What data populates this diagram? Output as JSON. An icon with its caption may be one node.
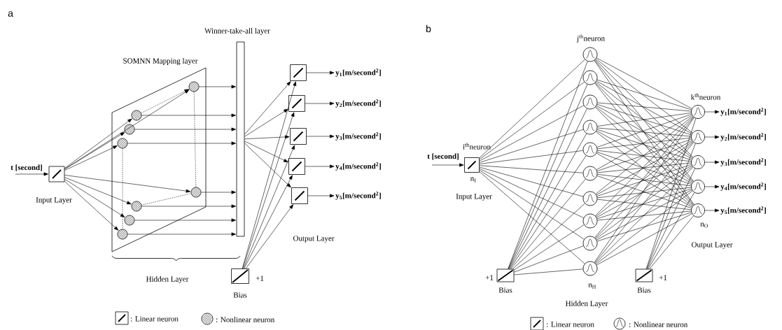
{
  "diagram": {
    "nodes": [
      {
        "text": [
          "t [second]"
        ]
      },
      {
        "text": [],
        "shape": "box"
      },
      {
        "text": [
          "SOMNN Mapping layer"
        ]
      },
      {
        "text": [],
        "shape": "circle",
        "in": 2
      },
      {
        "text": [],
        "shape": "circle",
        "in": 2
      },
      {
        "text": [],
        "shape": "circle",
        "in": 2
      },
      {
        "text": [],
        "shape": "circle",
        "in": 2
      },
      {
        "text": [],
        "shape": "circle",
        "in": 2
      },
      {
        "text": [],
        "shape": "circle",
        "in": 2
      },
      {
        "text": [],
        "shape": "circle",
        "in": 2
      },
      {
        "text": [],
        "shape": "circle",
        "in": 2
      },
      {
        "text": [
          "Winner-take-all layer"
        ]
      },
      {
        "text": [],
        "shape": "box"
      },
      {
        "text": [],
        "shape": "box"
      },
      {
        "text": [],
        "shape": "box"
      },
      {
        "text": [],
        "shape": "box"
      },
      {
        "text": [],
        "shape": "box"
      },
      {
        "text": [],
        "shape": "box",
        "beside": [
          "+1",
          "Bias"
        ]
      },
      {
        "text": [
          "y$_{1}$[m/second$^{2}$]"
        ]
      },
      {
        "text": [
          "y$_{2}$[m/second$^{2}$]"
        ]
      },
      {
        "text": [
          "y$_{3}$[m/second$^{2}$]"
        ]
      },
      {
        "text": [
          "y$_{4}$[m/second$^{2}$]"
        ]
      },
      {
        "text": [
          "y$_{5}$[m/second$^{2}$]"
        ]
      },
      {
        "text": [
          "t [second]"
        ]
      },
      {
        "text": [],
        "shape": "box",
        "beside": [
          "i$^{th}$neuron",
          "n$_{I}$"
        ]
      },
      {
        "text": [],
        "shape": "box",
        "beside": [
          "+1",
          "Bias"
        ]
      },
      {
        "text": [],
        "shape": "circle",
        "beside": [
          "j$^{th}$neuron"
        ]
      },
      {
        "text": [],
        "shape": "circle"
      },
      {
        "text": [],
        "shape": "circle"
      },
      {
        "text": [],
        "shape": "circle"
      },
      {
        "text": [],
        "shape": "circle"
      },
      {
        "text": [],
        "shape": "circle"
      },
      {
        "text": [],
        "shape": "circle"
      },
      {
        "text": [],
        "shape": "circle"
      },
      {
        "text": [],
        "shape": "circle"
      },
      {
        "text": [],
        "shape": "circle",
        "beside": [
          "n$_{H}$"
        ]
      },
      {
        "text": [],
        "shape": "box",
        "beside": [
          "+1",
          "Bias"
        ]
      },
      {
        "text": [],
        "shape": "circle",
        "beside": [
          "k$^{th}$neuron"
        ]
      },
      {
        "text": [],
        "shape": "circle"
      },
      {
        "text": [],
        "shape": "circle"
      },
      {
        "text": [],
        "shape": "circle"
      },
      {
        "text": [],
        "shape": "circle",
        "beside": [
          "n$_{O}$"
        ]
      },
      {
        "text": [
          "y$_{1}$[m/second$^{2}$]"
        ]
      },
      {
        "text": [
          "y$_{2}$[m/second$^{2}$]"
        ]
      },
      {
        "text": [
          "y$_{3}$[m/second$^{2}$]"
        ]
      },
      {
        "text": [
          "y$_{4}$[m/second$^{2}$]"
        ]
      },
      {
        "text": [
          "y$_{5}$[m/second$^{2}$]"
        ]
      }
    ],
    "edges": [
      {
        "from": 0,
        "to": 1,
        "arrow": "to"
      },
      {
        "from": 1,
        "to": 3,
        "arrow": "to"
      },
      {
        "from": 1,
        "to": 4,
        "arrow": "to"
      },
      {
        "from": 1,
        "to": 5,
        "arrow": "to"
      },
      {
        "from": 1,
        "to": 6,
        "arrow": "to"
      },
      {
        "from": 1,
        "to": 7,
        "arrow": "to"
      },
      {
        "from": 1,
        "to": 8,
        "arrow": "to"
      },
      {
        "from": 1,
        "to": 9,
        "arrow": "to"
      },
      {
        "from": 1,
        "to": 10,
        "arrow": "to"
      },
      {
        "from": 5,
        "to": 6,
        "arrow": "to",
        "style": "dashed"
      },
      {
        "from": 9,
        "to": 10,
        "arrow": "none",
        "style": "dashed"
      },
      {
        "from": 3,
        "to": 7,
        "arrow": "none",
        "style": "dashed"
      },
      {
        "from": 6,
        "to": 10,
        "arrow": "none",
        "style": "dashed"
      },
      {
        "from": 3,
        "to": 11,
        "arrow": "to"
      },
      {
        "from": 4,
        "to": 11,
        "arrow": "to"
      },
      {
        "from": 5,
        "to": 11,
        "arrow": "to"
      },
      {
        "from": 6,
        "to": 11,
        "arrow": "to"
      },
      {
        "from": 7,
        "to": 11,
        "arrow": "to"
      },
      {
        "from": 8,
        "to": 11,
        "arrow": "to"
      },
      {
        "from": 9,
        "to": 11,
        "arrow": "to"
      },
      {
        "from": 10,
        "to": 11,
        "arrow": "to"
      },
      {
        "from": 11,
        "to": 12,
        "arrow": "to"
      },
      {
        "from": 11,
        "to": 13,
        "arrow": "to"
      },
      {
        "from": 11,
        "to": 14,
        "arrow": "to"
      },
      {
        "from": 11,
        "to": 15,
        "arrow": "to"
      },
      {
        "from": 11,
        "to": 16,
        "arrow": "to"
      },
      {
        "from": 17,
        "to": 12,
        "arrow": "to"
      },
      {
        "from": 17,
        "to": 13,
        "arrow": "to"
      },
      {
        "from": 17,
        "to": 14,
        "arrow": "to"
      },
      {
        "from": 17,
        "to": 15,
        "arrow": "to"
      },
      {
        "from": 17,
        "to": 16,
        "arrow": "to"
      },
      {
        "from": 12,
        "to": 18,
        "arrow": "to"
      },
      {
        "from": 13,
        "to": 19,
        "arrow": "to"
      },
      {
        "from": 14,
        "to": 20,
        "arrow": "to"
      },
      {
        "from": 15,
        "to": 21,
        "arrow": "to"
      },
      {
        "from": 16,
        "to": 22,
        "arrow": "to"
      },
      {
        "from": 23,
        "to": 24,
        "arrow": "to"
      },
      {
        "from": 24,
        "to": 26,
        "arrow": "none"
      },
      {
        "from": 24,
        "to": 27,
        "arrow": "none"
      },
      {
        "from": 24,
        "to": 28,
        "arrow": "none"
      },
      {
        "from": 24,
        "to": 29,
        "arrow": "none"
      },
      {
        "from": 24,
        "to": 30,
        "arrow": "none"
      },
      {
        "from": 24,
        "to": 31,
        "arrow": "none"
      },
      {
        "from": 24,
        "to": 32,
        "arrow": "none"
      },
      {
        "from": 24,
        "to": 33,
        "arrow": "none"
      },
      {
        "from": 24,
        "to": 34,
        "arrow": "none"
      },
      {
        "from": 24,
        "to": 35,
        "arrow": "none"
      },
      {
        "from": 25,
        "to": 26,
        "arrow": "none"
      },
      {
        "from": 25,
        "to": 27,
        "arrow": "none"
      },
      {
        "from": 25,
        "to": 28,
        "arrow": "none"
      },
      {
        "from": 25,
        "to": 29,
        "arrow": "none"
      },
      {
        "from": 25,
        "to": 30,
        "arrow": "none"
      },
      {
        "from": 25,
        "to": 31,
        "arrow": "none"
      },
      {
        "from": 25,
        "to": 32,
        "arrow": "none"
      },
      {
        "from": 25,
        "to": 33,
        "arrow": "none"
      },
      {
        "from": 25,
        "to": 34,
        "arrow": "none"
      },
      {
        "from": 25,
        "to": 35,
        "arrow": "none"
      },
      {
        "from": 26,
        "to": 37,
        "arrow": "none"
      },
      {
        "from": 26,
        "to": 38,
        "arrow": "none"
      },
      {
        "from": 26,
        "to": 39,
        "arrow": "none"
      },
      {
        "from": 26,
        "to": 40,
        "arrow": "none"
      },
      {
        "from": 26,
        "to": 41,
        "arrow": "none"
      },
      {
        "from": 27,
        "to": 37,
        "arrow": "none"
      },
      {
        "from": 27,
        "to": 38,
        "arrow": "none"
      },
      {
        "from": 27,
        "to": 39,
        "arrow": "none"
      },
      {
        "from": 27,
        "to": 40,
        "arrow": "none"
      },
      {
        "from": 27,
        "to": 41,
        "arrow": "none"
      },
      {
        "from": 28,
        "to": 37,
        "arrow": "none"
      },
      {
        "from": 28,
        "to": 38,
        "arrow": "none"
      },
      {
        "from": 28,
        "to": 39,
        "arrow": "none"
      },
      {
        "from": 28,
        "to": 40,
        "arrow": "none"
      },
      {
        "from": 28,
        "to": 41,
        "arrow": "none"
      },
      {
        "from": 29,
        "to": 37,
        "arrow": "none"
      },
      {
        "from": 29,
        "to": 38,
        "arrow": "none"
      },
      {
        "from": 29,
        "to": 39,
        "arrow": "none"
      },
      {
        "from": 29,
        "to": 40,
        "arrow": "none"
      },
      {
        "from": 29,
        "to": 41,
        "arrow": "none"
      },
      {
        "from": 30,
        "to": 37,
        "arrow": "none"
      },
      {
        "from": 30,
        "to": 38,
        "arrow": "none"
      },
      {
        "from": 30,
        "to": 39,
        "arrow": "none"
      },
      {
        "from": 30,
        "to": 40,
        "arrow": "none"
      },
      {
        "from": 30,
        "to": 41,
        "arrow": "none"
      },
      {
        "from": 31,
        "to": 37,
        "arrow": "none"
      },
      {
        "from": 31,
        "to": 38,
        "arrow": "none"
      },
      {
        "from": 31,
        "to": 39,
        "arrow": "none"
      },
      {
        "from": 31,
        "to": 40,
        "arrow": "none"
      },
      {
        "from": 31,
        "to": 41,
        "arrow": "none"
      },
      {
        "from": 32,
        "to": 37,
        "arrow": "none"
      },
      {
        "from": 32,
        "to": 38,
        "arrow": "none"
      },
      {
        "from": 32,
        "to": 39,
        "arrow": "none"
      },
      {
        "from": 32,
        "to": 40,
        "arrow": "none"
      },
      {
        "from": 32,
        "to": 41,
        "arrow": "none"
      },
      {
        "from": 33,
        "to": 37,
        "arrow": "none"
      },
      {
        "from": 33,
        "to": 38,
        "arrow": "none"
      },
      {
        "from": 33,
        "to": 39,
        "arrow": "none"
      },
      {
        "from": 33,
        "to": 40,
        "arrow": "none"
      },
      {
        "from": 33,
        "to": 41,
        "arrow": "none"
      },
      {
        "from": 34,
        "to": 37,
        "arrow": "none"
      },
      {
        "from": 34,
        "to": 38,
        "arrow": "none"
      },
      {
        "from": 34,
        "to": 39,
        "arrow": "none"
      },
      {
        "from": 34,
        "to": 40,
        "arrow": "none"
      },
      {
        "from": 34,
        "to": 41,
        "arrow": "none"
      },
      {
        "from": 35,
        "to": 37,
        "arrow": "none"
      },
      {
        "from": 35,
        "to": 38,
        "arrow": "none"
      },
      {
        "from": 35,
        "to": 39,
        "arrow": "none"
      },
      {
        "from": 35,
        "to": 40,
        "arrow": "none"
      },
      {
        "from": 35,
        "to": 41,
        "arrow": "none"
      },
      {
        "from": 36,
        "to": 37,
        "arrow": "none"
      },
      {
        "from": 36,
        "to": 38,
        "arrow": "none"
      },
      {
        "from": 36,
        "to": 39,
        "arrow": "none"
      },
      {
        "from": 36,
        "to": 40,
        "arrow": "none"
      },
      {
        "from": 36,
        "to": 41,
        "arrow": "none"
      },
      {
        "from": 37,
        "to": 42,
        "arrow": "to"
      },
      {
        "from": 38,
        "to": 43,
        "arrow": "to"
      },
      {
        "from": 39,
        "to": 44,
        "arrow": "to"
      },
      {
        "from": 40,
        "to": 45,
        "arrow": "to"
      },
      {
        "from": 41,
        "to": 46,
        "arrow": "to"
      }
    ],
    "labels": [
      "a",
      "Input Layer",
      "Hidden Layer",
      "Output Layer",
      "b",
      "Input Layer",
      "Hidden Layer",
      "Output Layer"
    ],
    "legend": [
      {
        "text": ": Linear neuron"
      },
      {
        "text": ": Nonlinear neuron"
      },
      {
        "text": ": Linear neuron"
      },
      {
        "text": ": Nonlinear neuron"
      }
    ]
  }
}
